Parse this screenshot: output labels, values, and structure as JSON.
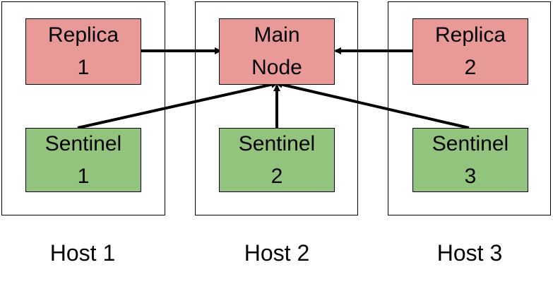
{
  "colors": {
    "replica_fill": "#ea9999",
    "main_fill": "#ea9999",
    "sentinel_fill": "#93c47d",
    "stroke": "#000000"
  },
  "hosts": [
    {
      "label": "Host 1"
    },
    {
      "label": "Host 2"
    },
    {
      "label": "Host 3"
    }
  ],
  "nodes": {
    "replica1": {
      "line1": "Replica",
      "line2": "1"
    },
    "main": {
      "line1": "Main",
      "line2": "Node"
    },
    "replica2": {
      "line1": "Replica",
      "line2": "2"
    },
    "sentinel1": {
      "line1": "Sentinel",
      "line2": "1"
    },
    "sentinel2": {
      "line1": "Sentinel",
      "line2": "2"
    },
    "sentinel3": {
      "line1": "Sentinel",
      "line2": "3"
    }
  },
  "connections": [
    {
      "from": "replica1",
      "to": "main"
    },
    {
      "from": "replica2",
      "to": "main"
    },
    {
      "from": "sentinel1",
      "to": "main"
    },
    {
      "from": "sentinel2",
      "to": "main"
    },
    {
      "from": "sentinel3",
      "to": "main"
    }
  ]
}
